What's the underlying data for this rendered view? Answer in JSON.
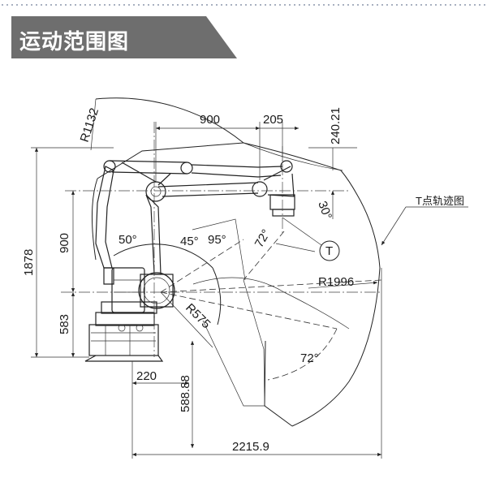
{
  "title": "运动范围图",
  "dimensions": {
    "d900_horizontal": "900",
    "d205": "205",
    "d240_21": "240.21",
    "r1132": "R1132",
    "d1878": "1878",
    "d900_vertical": "900",
    "d583": "583",
    "a50": "50°",
    "a45": "45°",
    "a95": "95°",
    "a72_top": "72°",
    "a30": "30°",
    "r1996": "R1996",
    "r575": "R575",
    "a72_bottom": "72°",
    "d220": "220",
    "d588_88": "588.88",
    "d2215_9": "2215.9"
  },
  "labels": {
    "tcp_marker": "T",
    "trajectory": "T点轨迹图"
  },
  "colors": {
    "banner": "#6e6e6e",
    "line": "#222222"
  }
}
